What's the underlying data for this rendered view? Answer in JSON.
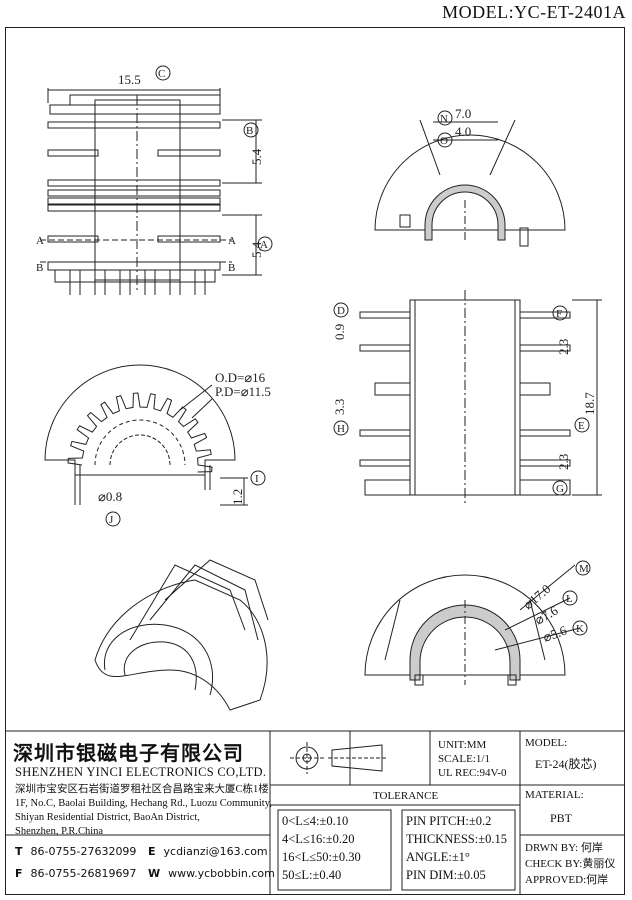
{
  "model_title": "MODEL:YC-ET-2401A",
  "dimensions": {
    "c_15_5": "15.5",
    "b_5_4": "5.4",
    "a_5_4": "5.4",
    "n_7_0": "7.0",
    "o_4_0": "4.0",
    "od": "O.D=⌀16",
    "pd": "P.D=⌀11.5",
    "j_0_8": "⌀0.8",
    "i_1_2": "1.2",
    "d_0_9": "0.9",
    "f_2_3": "2.3",
    "h_3_3": "3.3",
    "e_18_7": "18.7",
    "g_2_3": "2.3",
    "m_17_0": "⌀17.0",
    "l_7_6": "⌀7.6",
    "k_5_6": "⌀5.6"
  },
  "callouts": {
    "A": "A",
    "B": "B",
    "C": "C",
    "D": "D",
    "E": "E",
    "F": "F",
    "G": "G",
    "H": "H",
    "I": "I",
    "J": "J",
    "K": "K",
    "L": "L",
    "M": "M",
    "N": "N",
    "O": "O"
  },
  "section_marks": {
    "a": "A",
    "b": "B"
  },
  "title_block": {
    "company_cn": "深圳市银磁电子有限公司",
    "company_en": "SHENZHEN YINCI ELECTRONICS CO,LTD.",
    "address_lines": [
      "深圳市宝安区石岩街道罗租社区合昌路宝来大厦C栋1楼",
      "1F, No.C, Baolai Building, Hechang Rd., Luozu Community,",
      "Shiyan Residential District, BaoAn District,",
      "Shenzhen, P.R.China"
    ],
    "tel_key": "T",
    "tel": "86-0755-27632099",
    "fax_key": "F",
    "fax": "86-0755-26819697",
    "email_key": "E",
    "email": "ycdianzi@163.com",
    "web_key": "W",
    "web": "www.ycbobbin.com",
    "unit": "UNIT:MM",
    "scale": "SCALE:1/1",
    "ul": "UL REC:94V-0",
    "model_label": "MODEL:",
    "model_value": "ET-24(胶芯)",
    "material_label": "MATERIAL:",
    "material_value": "PBT",
    "tolerance_label": "TOLERANCE",
    "tolerances_left": [
      "0<L≤4:±0.10",
      "4<L≤16:±0.20",
      "16<L≤50:±0.30",
      "50≤L:±0.40"
    ],
    "tolerances_right": [
      "PIN PITCH:±0.2",
      "THICKNESS:±0.15",
      "ANGLE:±1°",
      "PIN DIM:±0.05"
    ],
    "drawn_by": "DRWN BY: 何岸",
    "check_by": "CHECK BY:黄丽仪",
    "approved": "APPROVED:何岸"
  }
}
